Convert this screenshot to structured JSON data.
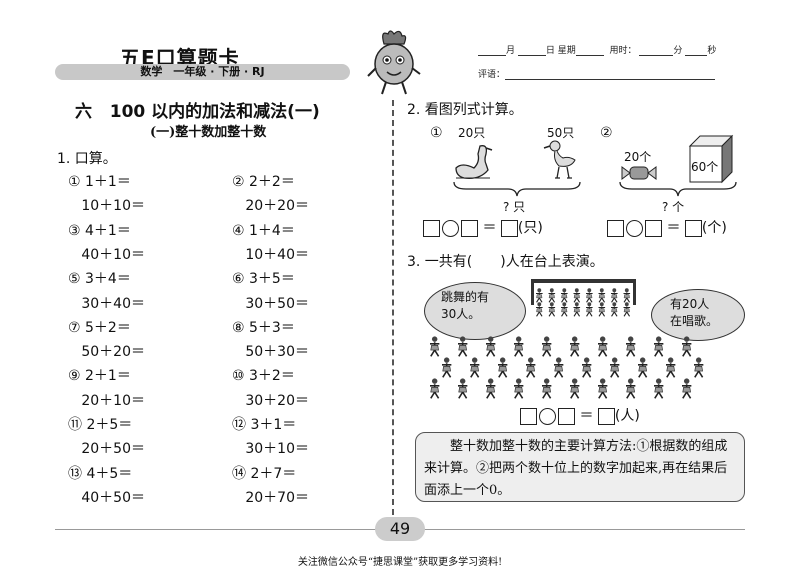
{
  "header": {
    "brand": "五E口算题卡",
    "subject_bar": "数学　一年级 · 下册 · RJ",
    "month_label": "月",
    "day_label": "日",
    "weekday_label": "星期",
    "time_label": "用时：",
    "minute_label": "分",
    "second_label": "秒",
    "comment_label": "评语："
  },
  "left": {
    "unit_num": "六",
    "unit_title": "100 以内的加法和减法(一)",
    "section_title": "(一)整十数加整十数",
    "q1_label": "1. 口算。",
    "exercises": [
      {
        "col": 0,
        "row": 0,
        "text": "① 1＋1＝"
      },
      {
        "col": 1,
        "row": 0,
        "text": "② 2＋2＝"
      },
      {
        "col": 0,
        "row": 1,
        "text": "   10＋10＝"
      },
      {
        "col": 1,
        "row": 1,
        "text": "   20＋20＝"
      },
      {
        "col": 0,
        "row": 2,
        "text": "③ 4＋1＝"
      },
      {
        "col": 1,
        "row": 2,
        "text": "④ 1＋4＝"
      },
      {
        "col": 0,
        "row": 3,
        "text": "   40＋10＝"
      },
      {
        "col": 1,
        "row": 3,
        "text": "   10＋40＝"
      },
      {
        "col": 0,
        "row": 4,
        "text": "⑤ 3＋4＝"
      },
      {
        "col": 1,
        "row": 4,
        "text": "⑥ 3＋5＝"
      },
      {
        "col": 0,
        "row": 5,
        "text": "   30＋40＝"
      },
      {
        "col": 1,
        "row": 5,
        "text": "   30＋50＝"
      },
      {
        "col": 0,
        "row": 6,
        "text": "⑦ 5＋2＝"
      },
      {
        "col": 1,
        "row": 6,
        "text": "⑧ 5＋3＝"
      },
      {
        "col": 0,
        "row": 7,
        "text": "   50＋20＝"
      },
      {
        "col": 1,
        "row": 7,
        "text": "   50＋30＝"
      },
      {
        "col": 0,
        "row": 8,
        "text": "⑨ 2＋1＝"
      },
      {
        "col": 1,
        "row": 8,
        "text": "⑩ 3＋2＝"
      },
      {
        "col": 0,
        "row": 9,
        "text": "   20＋10＝"
      },
      {
        "col": 1,
        "row": 9,
        "text": "   30＋20＝"
      },
      {
        "col": 0,
        "row": 10,
        "text": "⑪ 2＋5＝"
      },
      {
        "col": 1,
        "row": 10,
        "text": "⑫ 3＋1＝"
      },
      {
        "col": 0,
        "row": 11,
        "text": "   20＋50＝"
      },
      {
        "col": 1,
        "row": 11,
        "text": "   30＋10＝"
      },
      {
        "col": 0,
        "row": 12,
        "text": "⑬ 4＋5＝"
      },
      {
        "col": 1,
        "row": 12,
        "text": "⑭ 2＋7＝"
      },
      {
        "col": 0,
        "row": 13,
        "text": "   40＋50＝"
      },
      {
        "col": 1,
        "row": 13,
        "text": "   20＋70＝"
      }
    ]
  },
  "right": {
    "q2_label": "2. 看图列式计算。",
    "p1_marker": "①",
    "p2_marker": "②",
    "swan_count": "20只",
    "duck_count": "50只",
    "candy_count": "20个",
    "box_count": "60个",
    "p1_question": "? 只",
    "p2_question": "? 个",
    "unit_zhi": "(只)",
    "unit_ge": "(个)",
    "q3_label": "3. 一共有(　　)人在台上表演。",
    "bubble_left": "跳舞的有\n30人。",
    "bubble_right": "有20人\n在唱歌。",
    "unit_ren": "(人)",
    "note": "　　整十数加整十数的主要计算方法:①根据数的组成来计算。②把两个数十位上的数字加起来,再在结果后面添上一个0。"
  },
  "page_number": "49",
  "footer": "关注微信公众号“捷思课堂”获取更多学习资料!"
}
